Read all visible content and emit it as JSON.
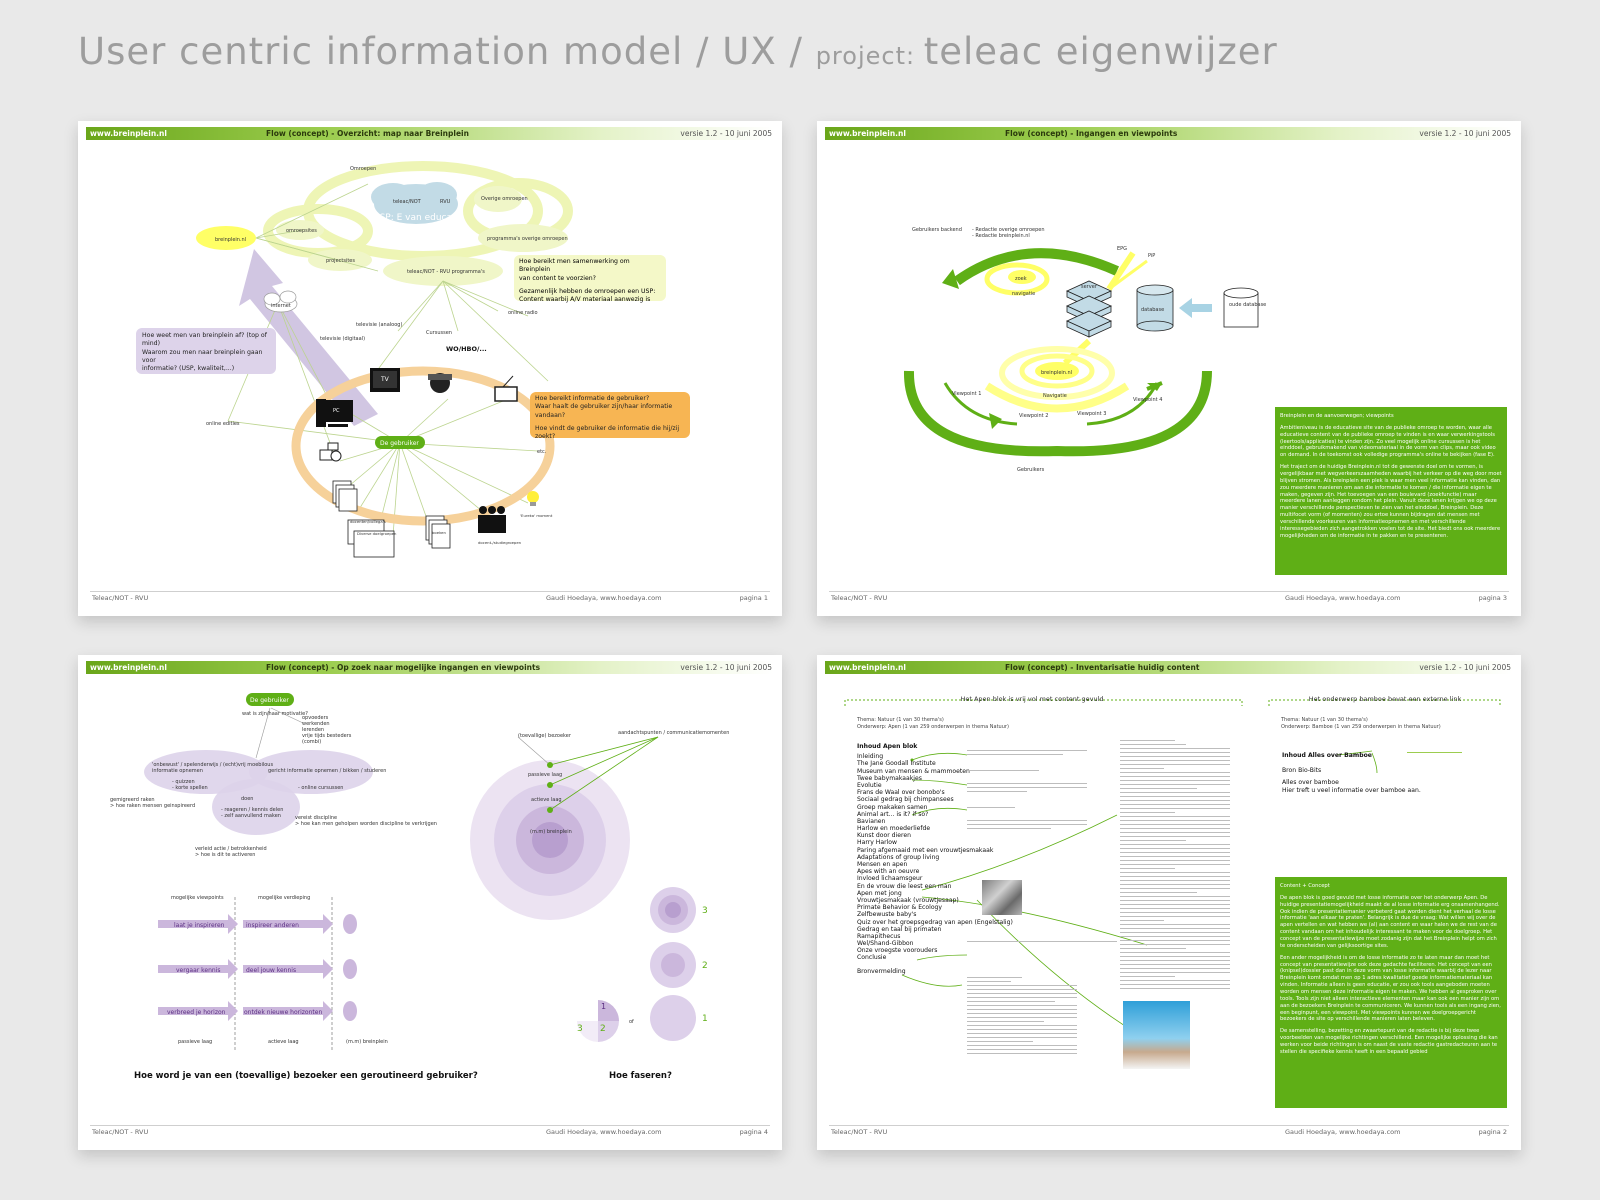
{
  "title": {
    "main": "User centric information model / UX / ",
    "small": "project: ",
    "project": "teleac eigenwijzer"
  },
  "colors": {
    "green": "#5faf16",
    "yellow": "#ffff66",
    "purple": "#c9b7dc",
    "orange": "#f7b553"
  },
  "common": {
    "site": "www.breinplein.nl",
    "version": "versie 1.2 - 10 juni 2005",
    "footer_left": "Teleac/NOT - RVU",
    "footer_center": "Gaudi Hoedaya, www.hoedaya.com"
  },
  "p1": {
    "title": "Flow (concept) - Overzicht: map naar Breinplein",
    "page": "pagina 1",
    "labels": {
      "omroepen": "Omroepen",
      "teleac_not": "teleac/NOT",
      "rvu": "RVU",
      "usp": "USP: E van educatie",
      "overige": "Overige omroepen",
      "breinplein": "breinplein.nl",
      "omroepsites": "omroepsites",
      "programmas": "programma's overige omroepen",
      "projectsites": "projectsites",
      "teleac_programmas": "teleac/NOT - RVU programma's",
      "internet": "internet",
      "televisie_analoog": "televisie (analoog)",
      "televisie_digitaal": "televisie (digitaal)",
      "cursussen": "Cursussen",
      "wo": "WO/HBO/...",
      "online_radio": "online radio",
      "tv": "TV",
      "pc": "PC",
      "gebruiker": "De gebruiker",
      "online_edities": "online edities",
      "etc": "etc.",
      "docenten": "docenten/collega's",
      "diverse": "Diverse doelgroepen",
      "boeken": "boeken",
      "lichtje": "'Eureka' moment",
      "groep": "docent-/studiegroepen"
    },
    "note_samenwerking": [
      "Hoe bereikt men samenwerking om Breinplein",
      "van content te voorzien?",
      "",
      "Gezamenlijk hebben de omroepen een USP:",
      "Content waarbij A/V materiaal aanwezig is"
    ],
    "note_weet": [
      "Hoe weet men van breinplein af? (top of mind)",
      "Waarom zou men naar breinplein gaan voor",
      "informatie? (USP, kwaliteit,...)"
    ],
    "note_bereikt": [
      "Hoe bereikt informatie de gebruiker?",
      "Waar haalt de gebruiker zijn/haar informatie vandaan?",
      "",
      "Hoe vindt de gebruiker de informatie die hij/zij zoekt?"
    ]
  },
  "p3": {
    "title": "Flow (concept) - Ingangen en viewpoints",
    "page": "pagina 3",
    "labels": {
      "backend": "Gebruikers backend",
      "redactie": "- Redactie overige omroepen",
      "redactie2": "- Redactie breinplein.nl",
      "zoek": "zoek",
      "navigatie": "navigatie",
      "server": "server",
      "database": "database",
      "oude": "oude database",
      "epg": "EPG",
      "pip": "PiP",
      "breinplein": "breinplein.nl",
      "navigatie2": "Navigatie",
      "vp1": "Viewpoint 1",
      "vp2": "Viewpoint 2",
      "vp3": "Viewpoint 3",
      "vp4": "Viewpoint 4",
      "gebruikers": "Gebruikers"
    },
    "box_title": "Breinplein en de aanvoerwegen; viewpoints",
    "box_p1": "Ambitieniveau is de educatieve site van de publieke omroep te worden, waar alle educatieve content van de publieke omroep te vinden is en waar verwerkingstools (leertools/applicaties) te vinden zijn. Zo veel mogelijk online cursussen is het einddoel, gebruikmakend van videomateriaal in de vorm van clips, maar ook video on demand. In de toekomst ook volledige programma's online te bekijken (fase E).",
    "box_p2": "Het traject om de huidige Breinplein.nl tot de gewenste doel om te vormen, is vergelijkbaar met wegverkeerszaamheden waarbij het verkeer op die weg door moet blijven stromen. Als breinplein een plek is waar men veel informatie kan vinden, dan zou meerdere manieren om aan die informatie te komen / die informatie eigen te maken, gegeven zijn. Het toevoegen van een boulevard (zoekfunctie) maar meerdere lanen aanleggen rondom het plein. Vanuit deze lanen krijgen we op deze manier verschillende perspectieven te zien van het einddoel, Breinplein. Deze multifocet vorm (of momenten) zou ertoe kunnen bijdragen dat mensen met verschillende voorkeuren van informatieopnemen en met verschillende interessegebieden zich aangetrokken voelen tot de site. Het biedt ons ook meerdere mogelijkheden om de informatie in te pakken en te presenteren."
  },
  "p4": {
    "title": "Flow (concept) - Op zoek naar mogelijke ingangen en viewpoints",
    "page": "pagina 4",
    "labels": {
      "gebruiker": "De gebruiker",
      "wat": "wat is zijn/haar motivatie?",
      "opties": [
        "opvoeders",
        "werkenden",
        "lerenden",
        "vrije tijds besteders",
        "(combi)"
      ],
      "links": [
        "'onbewust' / spelenderwijs / (echt)vrij moebilous",
        "informatie opnemen"
      ],
      "quizzen": [
        "- quizzen",
        "- korte spellen"
      ],
      "gericht": [
        "gericht informatie opnemen / bikken / studeren"
      ],
      "online": "- online cursussen",
      "doen": [
        "doen",
        "- reageren / kennis delen",
        "- zelf aanvullend maken"
      ],
      "gemigreerd": [
        "gemigreerd raken",
        "> hoe raken mensen geinspireerd"
      ],
      "vereist": [
        "vereist discipline",
        "> hoe kan men geholpen worden discipline te verkrijgen"
      ],
      "verleid": [
        "verleid actie / betrokkenheid",
        "> hoe is dit te activeren"
      ],
      "bezoeker": "(toevallige) bezoeker",
      "aandacht": "aandachtspunten / communicatiemomenten",
      "passieve": "passieve laag",
      "actieve": "actieve laag",
      "breinplein": "(m.m) breinplein",
      "col1": "mogelijke viewpoints",
      "col2": "mogelijke verdieping",
      "a1": "laat je inspireren",
      "a2": "inspireer anderen",
      "a3": "vergaar kennis",
      "a4": "deel jouw kennis",
      "a5": "verbreed je horizon",
      "a6": "ontdek nieuwe horizonten",
      "passieve2": "passieve laag",
      "actieve2": "actieve laag",
      "brein2": "(m.m) breinplein",
      "question1": "Hoe word je van een (toevallige) bezoeker een geroutineerd gebruiker?",
      "question2": "Hoe faseren?",
      "n1": "1",
      "n2": "2",
      "n3": "3",
      "of": "of"
    }
  },
  "p2": {
    "title": "Flow (concept) - Inventarisatie huidig content",
    "page": "pagina 2",
    "heading_left": "Het Apen blok is vrij vol met content gevuld",
    "heading_right": "Het onderwerp bamboe bevat een externe link",
    "meta_left": [
      "Thema: Natuur (1 van 30 thema's)",
      "Onderwerp: Apen (1 van 259 onderwerpen in thema Natuur)"
    ],
    "meta_right": [
      "Thema: Natuur (1 van 30 thema's)",
      "Onderwerp: Bamboe (1 van 259 onderwerpen in thema Natuur)"
    ],
    "inhoud_title": "Inhoud Apen blok",
    "inhoud_items": [
      "Inleiding",
      "The Jane Goodall Institute",
      "Museum van mensen & mammoeten",
      "Twee babymakaakjes",
      "Evolutie",
      "Frans de Waal over bonobo's",
      "Sociaal gedrag bij chimpansees",
      "Groep makaken samen",
      "Animal art... is it? if so?",
      "Bavianen",
      "Harlow en moederliefde",
      "Kunst door dieren",
      "Harry Harlow",
      "Paring afgemaaid met een vrouwtjesmakaak",
      "Adaptations of group living",
      "Mensen en apen",
      "Apes with an oeuvre",
      "Invloed lichaamsgeur",
      "En de vrouw die leest een man",
      "Apen met jong",
      "Vrouwtjesmakaak (vrouwtjesaap)",
      "Primate Behavior & Ecology",
      "Zelfbewuste baby's",
      "Quiz over het groepsgedrag van apen (Engelstalig)",
      "Gedrag en taal bij primaten",
      "Ramapithecus",
      "Wel/Shand-Gibbon",
      "Onze vroegste voorouders",
      "Conclusie",
      "",
      "Bronvermelding"
    ],
    "bamboe_title": "Inhoud Alles over Bamboe",
    "bamboe_items": [
      "Bron   Bio-Bits",
      "",
      "Alles over bamboe",
      "Hier treft u veel informatie over bamboe aan."
    ],
    "box_title": "Content + Concept",
    "box_p1": "De apen blok is goed gevuld met losse informatie over het onderwerp Apen. De huidige presentatiemogelijkheid maakt de al losse informatie erg onsamenhangend. Ook indien de presentatiemanier verbeterd gaat worden dient het verhaal de losse informatie 'aan elkaar te praten'. Belangrijk is due de vraag: Wat willen wij over de apen vertellen en wat hebben we (al) aan content en waar halen we de rest van de content vandaan om het inhoudelijk interessant te maken voor de doelgroep. Het concept van de presentatiewijze moet zodanig zijn dat het Breinplein helpt om zich te onderscheiden van gelijksoortige sites.",
    "box_p2": "Een ander mogelijkheid is om de losse informatie zo te laten maar dan moet het concept van presentatiewijze ook deze gedachte faciliteren. Het concept van een (knipsel)dossier past dan in deze vorm van losse informatie waarbij de lezer naar Breinplein komt omdat men op 1 adres kwalitatief goede informatiemateriaal kan vinden. Informatie alleen is geen educatie, er zou ook tools aangeboden moeten worden om mensen deze informatie eigen te maken. We hebben al gesproken over tools. Tools zijn niet alleen interactieve elementen maar kan ook een manier zijn om aan de bezoekers Breinplein te communiceren. We kunnen tools als een ingang zien, een beginpunt, een viewpoint. Met viewpoints kunnen we doelgroepgericht bezoekers de site op verschillende manieren laten beleven.",
    "box_p3": "De samenstelling, bezetting en zwaartepunt van de redactie is bij deze twee voorbeelden van mogelijke richtingen verschillend. Een mogelijke oplossing die kan werken voor beide richtingen is om naast de vaste redactie gastredacteuren aan te stellen die specifieke kennis heeft in een bepaald gebied"
  }
}
